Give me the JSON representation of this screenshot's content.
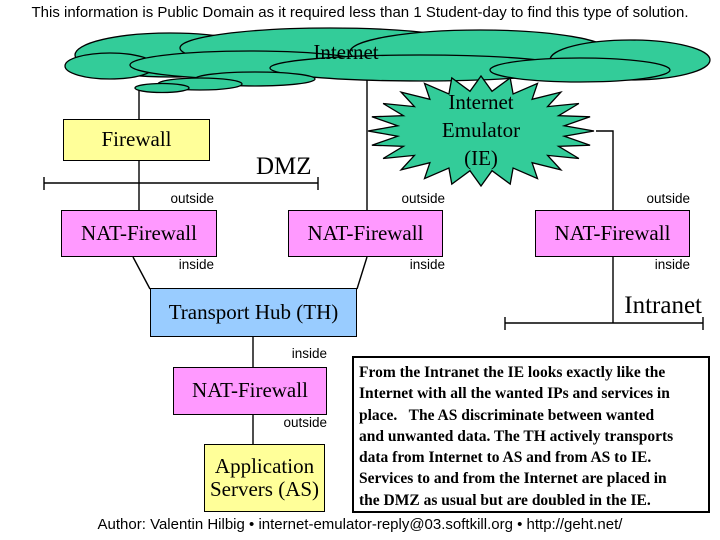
{
  "header": {
    "note": "This information is Public Domain as it required less than 1 Student-day to find this type of solution."
  },
  "footer": {
    "author_line": "Author: Valentin Hilbig • internet-emulator-reply@03.softkill.org • http://geht.net/"
  },
  "nodes": {
    "internet_cloud": "Internet",
    "emulator_line1": "Internet",
    "emulator_line2": "Emulator",
    "emulator_line3": "(IE)",
    "firewall": "Firewall",
    "nat_firewall": "NAT-Firewall",
    "transport_hub": "Transport Hub (TH)",
    "application_servers": "Application Servers (AS)"
  },
  "labels": {
    "dmz": "DMZ",
    "intranet": "Intranet",
    "outside": "outside",
    "inside": "inside"
  },
  "description": {
    "lines": [
      "From the Intranet the IE looks exactly like the",
      "Internet with all the wanted IPs and services in",
      "place.   The AS discriminate between wanted",
      "and unwanted data. The TH actively transports",
      "data from Internet to AS and from AS to IE.",
      "Services to and from the Internet are placed in",
      "the DMZ as usual but are doubled in the IE."
    ]
  },
  "colors": {
    "cloud_green": "#33CC99",
    "box_yellow": "#FFFF99",
    "box_pink": "#FF99FF",
    "box_blue": "#99CCFF",
    "line_black": "#000000"
  }
}
